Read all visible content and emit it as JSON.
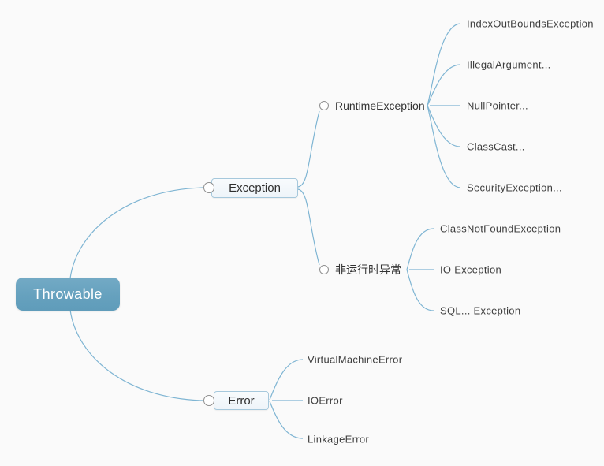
{
  "mindmap": {
    "root": {
      "label": "Throwable"
    },
    "exception_branch": {
      "label": "Exception"
    },
    "error_branch": {
      "label": "Error"
    },
    "runtime_node": {
      "label": "RuntimeException"
    },
    "non_runtime_node": {
      "label": "非运行时异常"
    },
    "runtime_children": [
      {
        "label": "IndexOutBoundsException"
      },
      {
        "label": "IllegalArgument..."
      },
      {
        "label": "NullPointer..."
      },
      {
        "label": "ClassCast..."
      },
      {
        "label": "SecurityException..."
      }
    ],
    "non_runtime_children": [
      {
        "label": "ClassNotFoundException"
      },
      {
        "label": "IO Exception"
      },
      {
        "label": "SQL... Exception"
      }
    ],
    "error_children": [
      {
        "label": "VirtualMachineError"
      },
      {
        "label": "IOError"
      },
      {
        "label": "LinkageError"
      }
    ]
  },
  "icons": {
    "collapse": "minus-circle"
  },
  "colors": {
    "background": "#fafafa",
    "root_fill": "#69a5c1",
    "root_text": "#ffffff",
    "branch_fill": "#f3f8fb",
    "branch_border": "#a6c8dc",
    "connector": "#7fb5d3",
    "text": "#3d3d3d",
    "collapse_icon": "#8f8f8f"
  }
}
